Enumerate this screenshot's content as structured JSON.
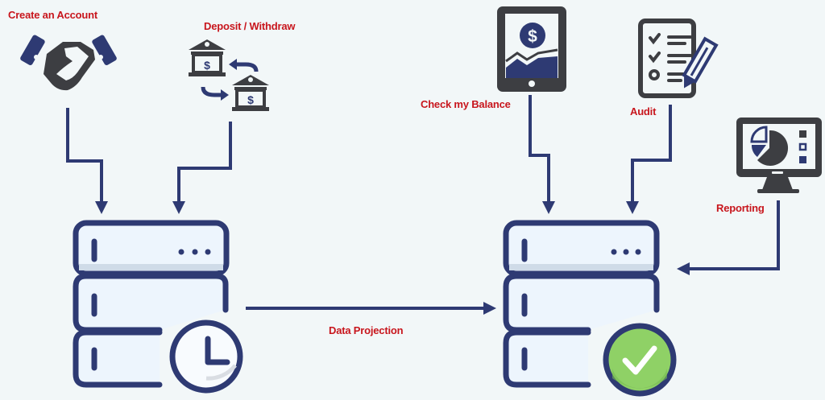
{
  "title": "CQRS data flow",
  "colors": {
    "line": "#2e3a73",
    "icon_dark": "#3d3e42",
    "label": "#c8161d",
    "server_fill": "#edf5fd",
    "server_shade": "#cfdbe8",
    "check_green": "#8fd166",
    "background": "#f2f7f8"
  },
  "labels": {
    "create_account": "Create an Account",
    "deposit_withdraw": "Deposit / Withdraw",
    "check_balance": "Check my Balance",
    "audit": "Audit",
    "reporting": "Reporting",
    "data_projection": "Data Projection"
  },
  "icons": {
    "handshake": "handshake-icon",
    "bank_transfer": "bank-transfer-icon",
    "tablet_balance": "tablet-dollar-chart-icon",
    "checklist": "checklist-pencil-icon",
    "monitor_report": "monitor-pie-chart-icon",
    "write_store": "server-clock-icon",
    "read_store": "server-check-icon"
  },
  "glyphs": {
    "dollar": "$"
  }
}
